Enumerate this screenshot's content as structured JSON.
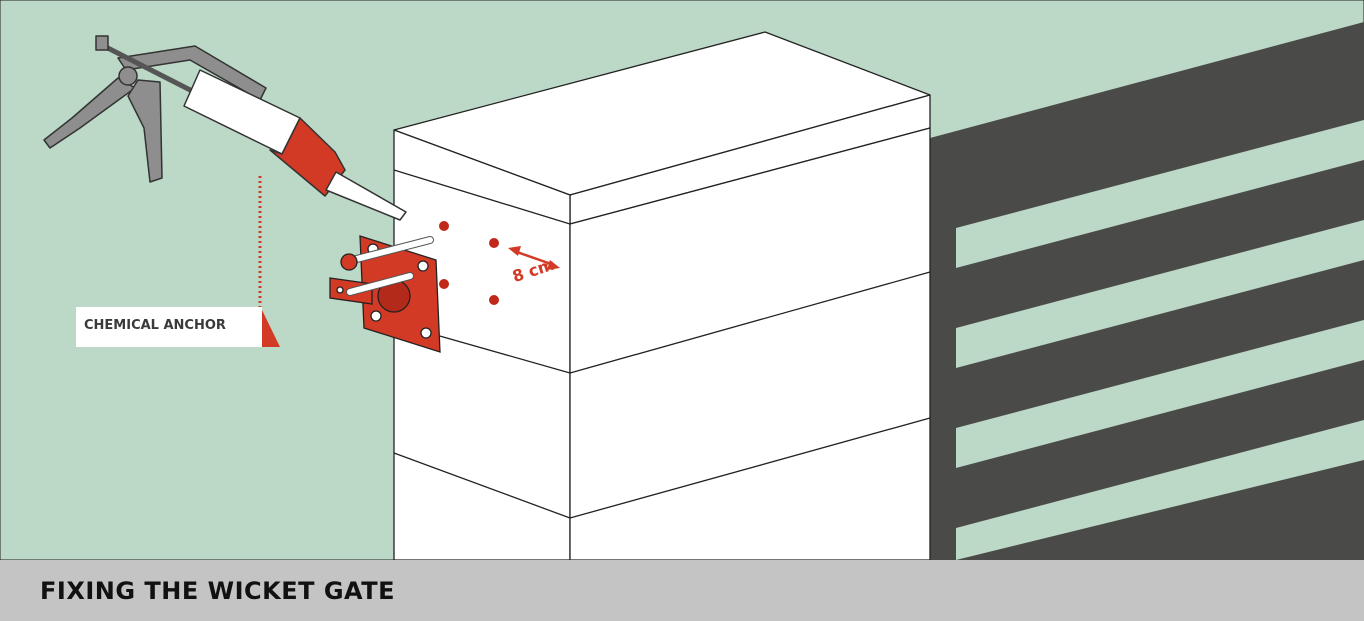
{
  "title": "FIXING THE WICKET GATE",
  "callout": {
    "label": "CHEMICAL ANCHOR"
  },
  "dimension": {
    "label": "8 cm"
  },
  "colors": {
    "background": "#bcd8c6",
    "accent": "#d33a25",
    "gate": "#4a4a48",
    "footer": "#c4c4c4",
    "pillar": "#ffffff"
  }
}
